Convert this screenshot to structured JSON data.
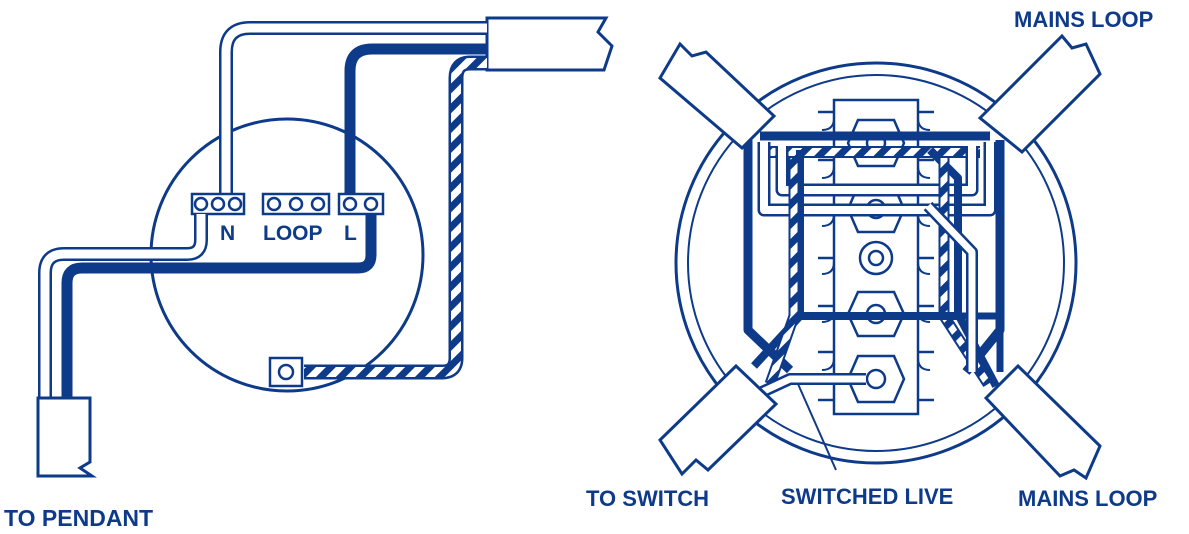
{
  "colors": {
    "navy": "#0e3a8a",
    "white": "#ffffff"
  },
  "left_diagram": {
    "terminal_n_label": "N",
    "terminal_loop_label": "LOOP",
    "terminal_l_label": "L",
    "cable_label": "TO PENDANT"
  },
  "right_diagram": {
    "mains_loop_top_label": "MAINS LOOP",
    "to_switch_label": "TO SWITCH",
    "switched_live_label": "SWITCHED LIVE",
    "mains_loop_bottom_label": "MAINS LOOP"
  }
}
